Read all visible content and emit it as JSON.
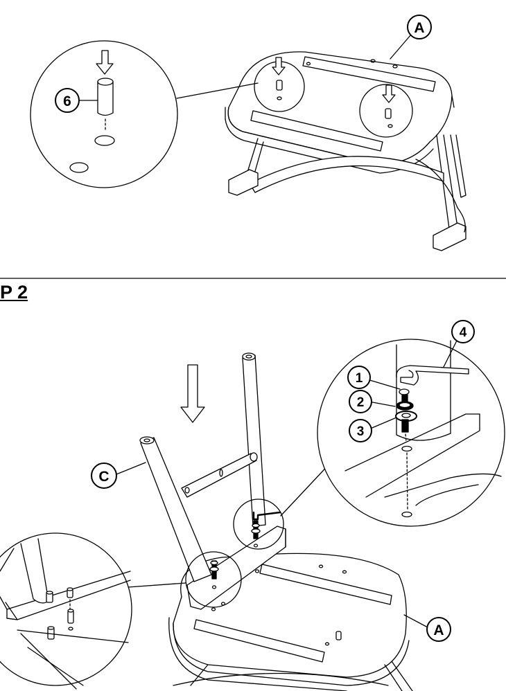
{
  "step2_heading": "P 2",
  "callouts": {
    "part_6": "6",
    "seat_a_top": "A",
    "part_1": "1",
    "part_2": "2",
    "part_3": "3",
    "part_4": "4",
    "leg_c": "C",
    "seat_a_bottom": "A"
  },
  "icons": [
    "down-arrow-icon",
    "hex-key-icon",
    "bolt-icon",
    "washer-icon",
    "dowel-icon"
  ]
}
